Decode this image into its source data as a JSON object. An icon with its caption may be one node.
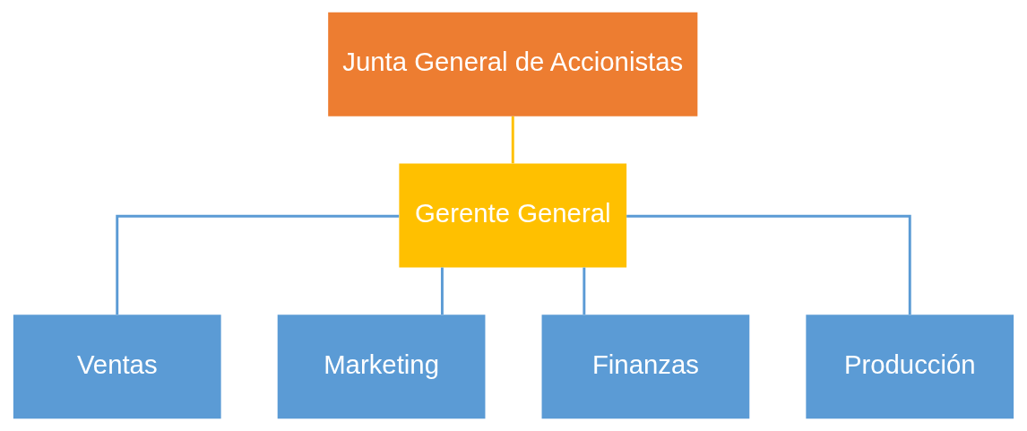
{
  "diagram": {
    "nodes": [
      {
        "text": [
          "Junta General de Accionistas"
        ]
      },
      {
        "text": [
          "Gerente General"
        ]
      },
      {
        "text": [
          "Ventas"
        ]
      },
      {
        "text": [
          "Marketing"
        ]
      },
      {
        "text": [
          "Finanzas"
        ]
      },
      {
        "text": [
          "Producción"
        ]
      }
    ],
    "edges": [
      {
        "from": 0,
        "to": 1,
        "arrow": "none",
        "color": "#ffc000"
      },
      {
        "from": 1,
        "to": 2,
        "arrow": "none"
      },
      {
        "from": 1,
        "to": 3,
        "arrow": "none"
      },
      {
        "from": 1,
        "to": 4,
        "arrow": "none"
      },
      {
        "from": 1,
        "to": 5,
        "arrow": "none"
      }
    ]
  }
}
